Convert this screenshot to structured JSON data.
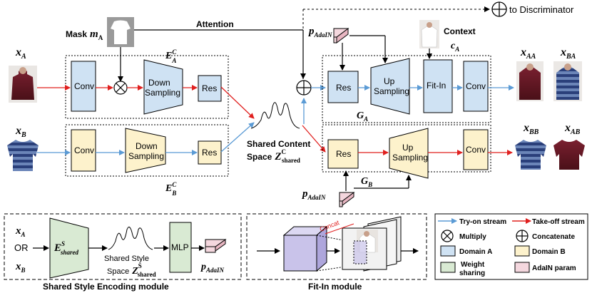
{
  "labels": {
    "mask": "Mask",
    "mask_var": "m",
    "mask_sub": "A",
    "attention": "Attention",
    "context": "Context",
    "to_discriminator": "to Discriminator",
    "xA": "x",
    "xA_sub": "A",
    "xB": "x",
    "xB_sub": "B",
    "EA": "E",
    "EA_sup": "C",
    "EA_sub": "A",
    "EB": "E",
    "EB_sup": "C",
    "EB_sub": "B",
    "conv": "Conv",
    "down1": "Down",
    "down2": "Sampling",
    "res": "Res",
    "up1": "Up",
    "up2": "Sampling",
    "fitin": "Fit-In",
    "mlp": "MLP",
    "pAdaIN": "p",
    "pAdaIN_sub": "AdaIN",
    "cA": "c",
    "cA_sub": "A",
    "GA": "G",
    "GA_sub": "A",
    "GB": "G",
    "GB_sub": "B",
    "shared_content_1": "Shared Content",
    "shared_content_2": "Space",
    "Z": "Z",
    "Z_sup_c": "C",
    "Z_sub": "shared",
    "ZS_sup": "S",
    "out_AA": "x",
    "out_AA_sub": "AA",
    "out_BA": "x",
    "out_BA_sub": "BA",
    "out_BB": "x",
    "out_BB_sub": "BB",
    "out_AB": "x",
    "out_AB_sub": "AB",
    "or": "OR",
    "shared_style_1": "Shared Style",
    "shared_style_2": "Space",
    "ES": "E",
    "ES_sup": "S",
    "ES_sub": "shared",
    "shared_style_module": "Shared Style Encoding module",
    "fitin_module": "Fit-In module",
    "concat": "Concat"
  },
  "legend": {
    "tryon": "Try-on stream",
    "takeoff": "Take-off stream",
    "multiply": "Multiply",
    "concatenate": "Concatenate",
    "domainA": "Domain A",
    "domainB": "Domain B",
    "weight1": "Weight",
    "weight2": "sharing",
    "adain": "AdaIN param"
  },
  "colors": {
    "domainA": "#cfe2f3",
    "domainB": "#fdf2cc",
    "weight": "#d9ead3",
    "adain": "#f4d7de",
    "tryon": "#5b9bd5",
    "takeoff": "#e0201f",
    "fitin_cube": "#c9c3ea"
  }
}
